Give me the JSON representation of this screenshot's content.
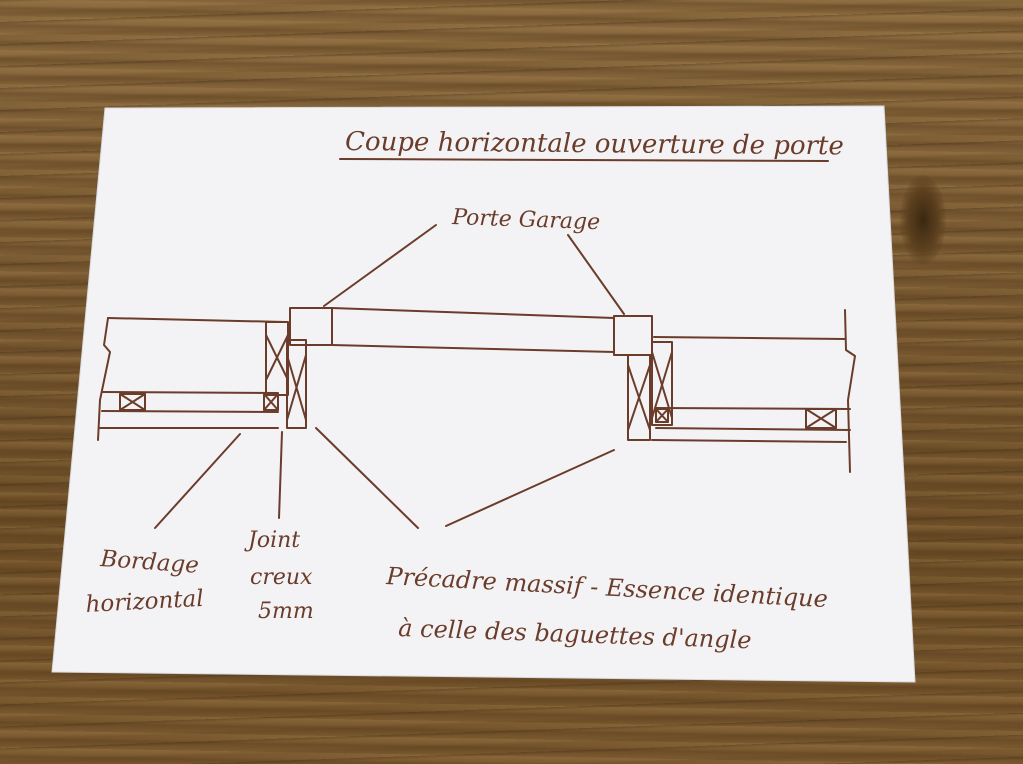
{
  "title": "Coupe horizontale ouverture de porte",
  "labels": {
    "door": "Porte Garage",
    "cladding_line1": "Bordage",
    "cladding_line2": "horizontal",
    "joint_line1": "Joint",
    "joint_line2": "creux",
    "joint_line3": "5mm",
    "frame_line1": "Précadre massif - Essence identique",
    "frame_line2": "à celle des baguettes d'angle"
  },
  "colors": {
    "ink": "#6b3c2a",
    "paper": "#f4f4f6",
    "wood": "#7a5a34"
  }
}
